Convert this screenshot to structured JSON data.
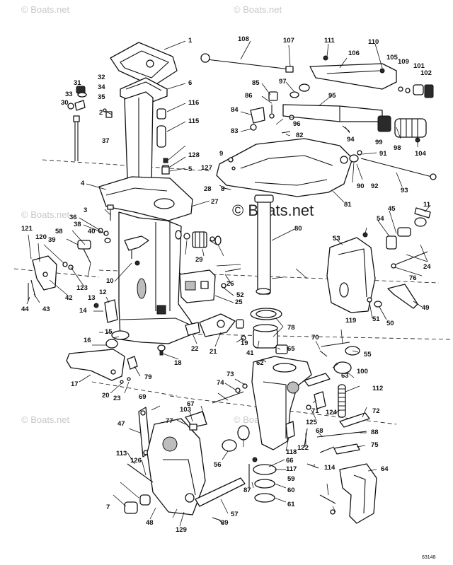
{
  "watermark": {
    "text": "© Boats.net",
    "center_text": "© Boats.net"
  },
  "figure_code": "63148",
  "callouts": [
    "1",
    "2",
    "3",
    "4",
    "5",
    "6",
    "7",
    "8",
    "9",
    "10",
    "11",
    "12",
    "13",
    "14",
    "15",
    "16",
    "17",
    "18",
    "19",
    "20",
    "21",
    "22",
    "23",
    "24",
    "25",
    "26",
    "27",
    "28",
    "29",
    "30",
    "31",
    "32",
    "33",
    "34",
    "35",
    "36",
    "37",
    "38",
    "39",
    "40",
    "41",
    "42",
    "43",
    "44",
    "45",
    "47",
    "48",
    "49",
    "50",
    "51",
    "52",
    "53",
    "54",
    "55",
    "56",
    "57",
    "58",
    "59",
    "60",
    "61",
    "62",
    "63",
    "64",
    "65",
    "66",
    "67",
    "68",
    "69",
    "70",
    "71",
    "72",
    "73",
    "74",
    "75",
    "76",
    "77",
    "78",
    "79",
    "80",
    "81",
    "82",
    "83",
    "84",
    "85",
    "86",
    "87",
    "88",
    "89",
    "90",
    "91",
    "92",
    "93",
    "94",
    "95",
    "96",
    "97",
    "98",
    "99",
    "100",
    "101",
    "102",
    "103",
    "104",
    "105",
    "106",
    "107",
    "108",
    "109",
    "110",
    "111",
    "112",
    "113",
    "114",
    "115",
    "116",
    "117",
    "118",
    "119",
    "120",
    "121",
    "122",
    "123",
    "124",
    "125",
    "126",
    "127",
    "128",
    "129"
  ]
}
